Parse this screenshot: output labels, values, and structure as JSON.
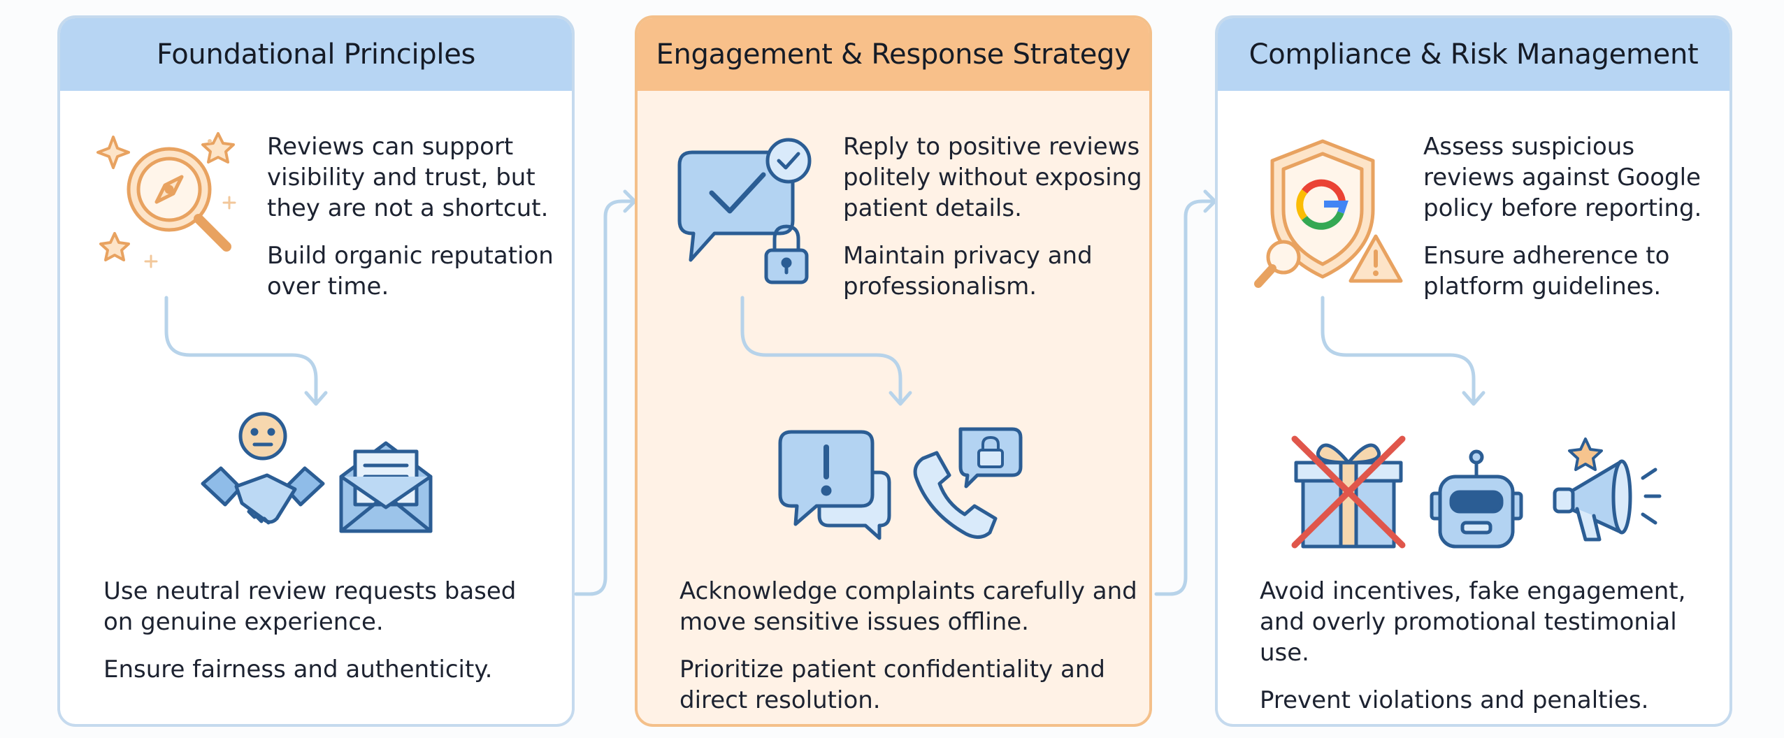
{
  "panels": [
    {
      "title": "Foundational Principles",
      "top_text": [
        "Reviews can support visibility and trust, but they are not a shortcut.",
        "Build organic reputation over time."
      ],
      "bottom_text": [
        "Use neutral review requests based on genuine experience.",
        "Ensure fairness and authenticity."
      ],
      "icons": [
        "compass-magnifier-icon",
        "sparkle-star-icon",
        "handshake-person-icon",
        "envelope-letter-icon"
      ]
    },
    {
      "title": "Engagement & Response Strategy",
      "top_text": [
        "Reply to positive reviews politely without exposing patient details.",
        "Maintain privacy and professionalism."
      ],
      "bottom_text": [
        "Acknowledge complaints carefully and move sensitive issues offline.",
        "Prioritize patient confidentiality and direct resolution."
      ],
      "icons": [
        "chat-check-icon",
        "lock-icon",
        "chat-alert-icon",
        "phone-lock-icon"
      ]
    },
    {
      "title": "Compliance & Risk Management",
      "top_text": [
        "Assess suspicious reviews against Google policy before reporting.",
        "Ensure adherence to platform guidelines."
      ],
      "bottom_text": [
        "Avoid incentives, fake engagement, and overly promotional testimonial use.",
        "Prevent violations and penalties."
      ],
      "icons": [
        "google-shield-icon",
        "warning-icon",
        "crossed-gift-icon",
        "robot-icon",
        "megaphone-star-icon"
      ]
    }
  ],
  "colors": {
    "blue_header": "#b7d5f3",
    "orange_header": "#f8c08a",
    "blue_border": "#c5daee",
    "orange_border": "#f4c08a",
    "orange_fill": "#fff2e6",
    "icon_blue": "#2b5d94",
    "icon_orange": "#e8a260",
    "cross_red": "#e0564b"
  }
}
